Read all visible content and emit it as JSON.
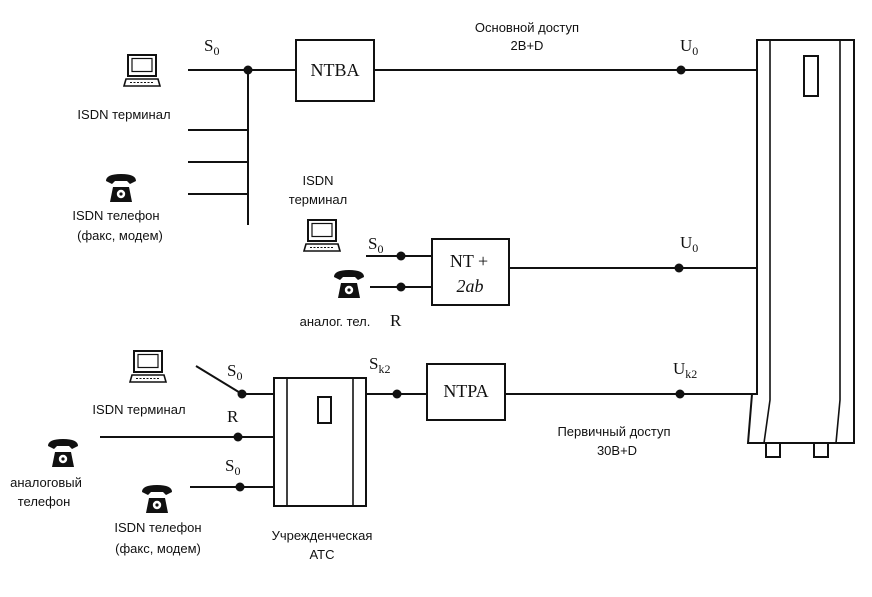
{
  "blocks": {
    "ntba": "NTBA",
    "nt_line1": "NT +",
    "nt_line2": "2ab",
    "ntpa": "NTPA"
  },
  "refpoints": {
    "s0": "S",
    "s0_sub": "0",
    "u0": "U",
    "u0_sub": "0",
    "sk2": "S",
    "sk2_sub": "k2",
    "uk2": "U",
    "uk2_sub": "k2",
    "r": "R"
  },
  "access": {
    "basic_line1": "Основной доступ",
    "basic_line2": "2B+D",
    "primary_line1": "Первичный доступ",
    "primary_line2": "30B+D"
  },
  "devices": {
    "isdn_terminal_top": "ISDN терминал",
    "isdn_phone_top_line1": "ISDN телефон",
    "isdn_phone_top_line2": "(факс, модем)",
    "isdn_terminal_mid_line1": "ISDN",
    "isdn_terminal_mid_line2": "терминал",
    "analog_phone_mid": "аналог. тел.",
    "isdn_terminal_bot": "ISDN терминал",
    "analog_phone_bot_line1": "аналоговый",
    "analog_phone_bot_line2": "телефон",
    "isdn_phone_bot_line1": "ISDN телефон",
    "isdn_phone_bot_line2": "(факс, модем)",
    "pbx_line1": "Учрежденческая",
    "pbx_line2": "АТС"
  }
}
